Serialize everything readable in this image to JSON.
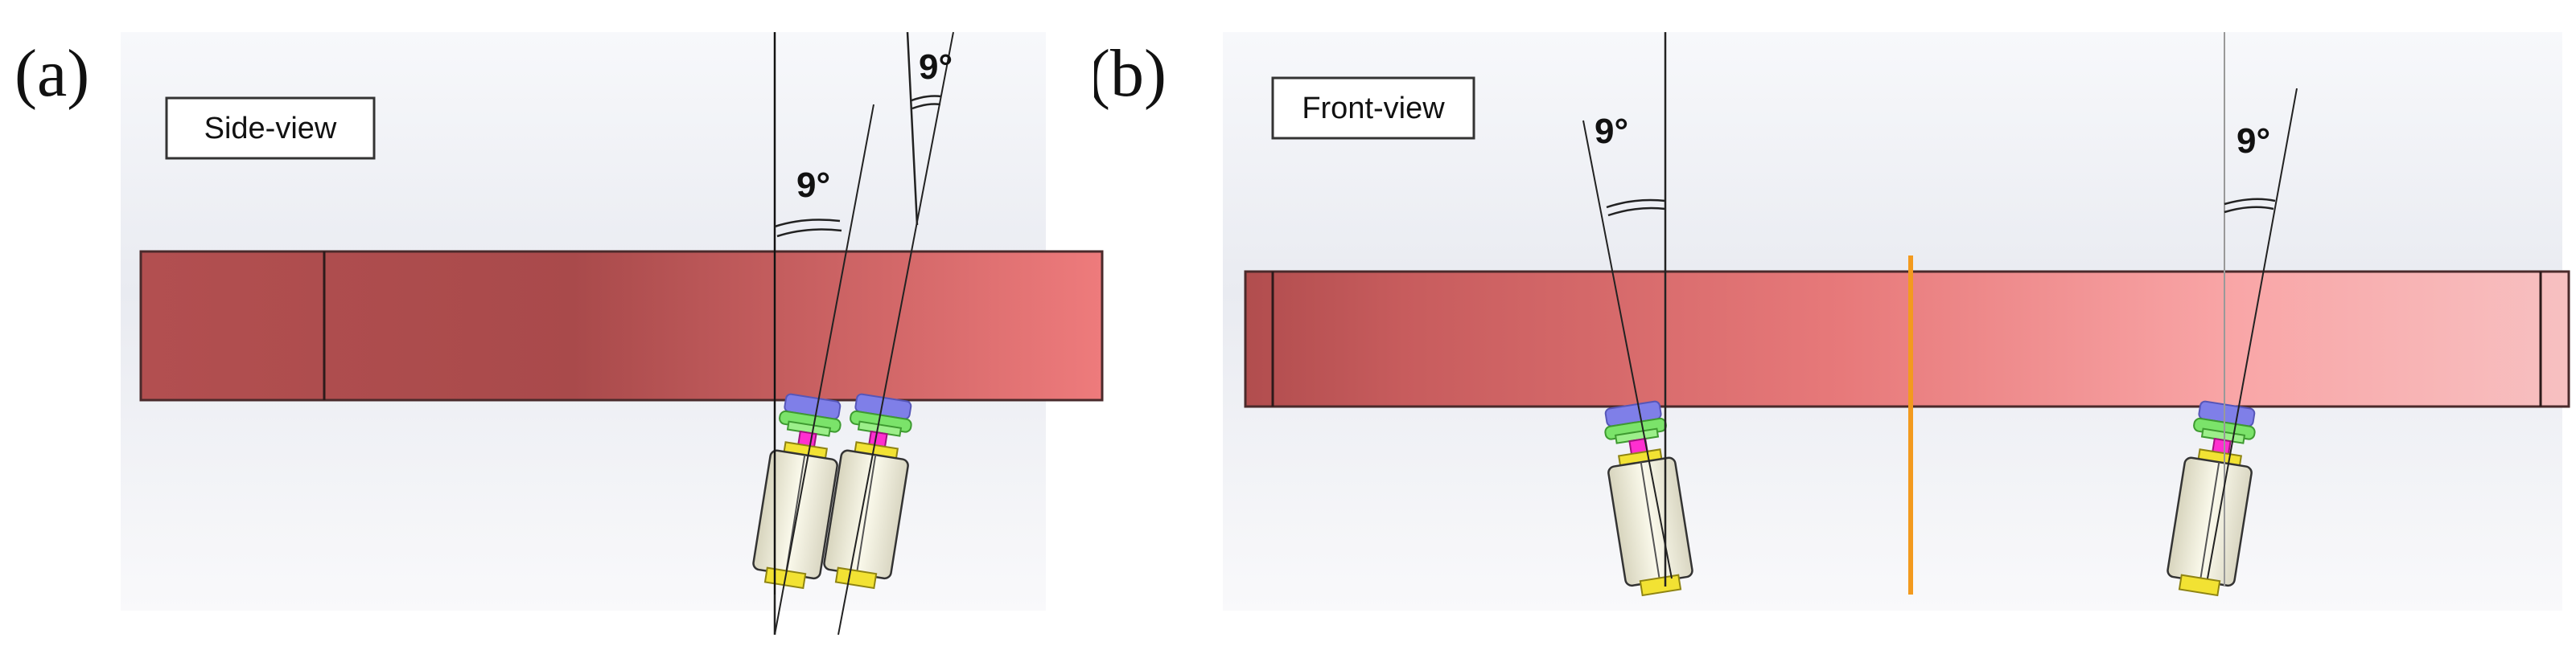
{
  "figure": {
    "panel_a": {
      "letter": "(a)",
      "view_label": "Side-view",
      "angle_labels": [
        "9°",
        "9°"
      ]
    },
    "panel_b": {
      "letter": "(b)",
      "view_label": "Front-view",
      "angle_labels": [
        "9°",
        "9°"
      ]
    },
    "colors": {
      "plate_dark": "#a94a4b",
      "plate_light": "#f0898a",
      "mount_blue": "#7f7fe8",
      "ring_green": "#7be36a",
      "joint_magenta": "#ff2fd0",
      "cap_yellow": "#f2e233",
      "cylinder_cream": "#f4f2df",
      "divider_orange": "#f39a1e"
    }
  }
}
